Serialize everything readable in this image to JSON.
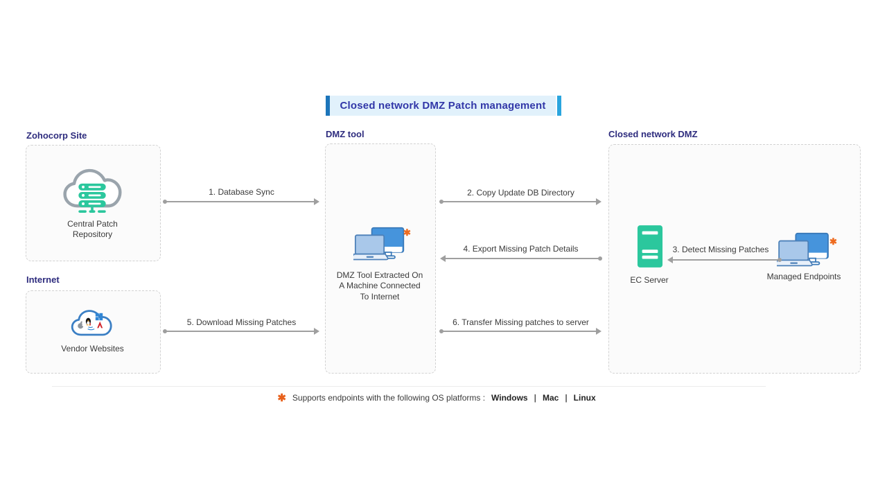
{
  "title": "Closed network DMZ Patch management",
  "groups": {
    "zohocorp": {
      "title": "Zohocorp Site",
      "node": {
        "line1": "Central Patch",
        "line2": "Repository"
      }
    },
    "internet": {
      "title": "Internet",
      "node": {
        "label": "Vendor Websites"
      }
    },
    "dmz_tool": {
      "title": "DMZ tool",
      "node": {
        "line1": "DMZ Tool Extracted On",
        "line2": "A Machine Connected",
        "line3": "To Internet",
        "asterisk": "✱"
      }
    },
    "closed_dmz": {
      "title": "Closed network DMZ",
      "server": {
        "label": "EC Server"
      },
      "endpoints": {
        "label": "Managed Endpoints",
        "asterisk": "✱"
      }
    }
  },
  "flows": {
    "f1": {
      "label": "1. Database Sync",
      "direction": "right"
    },
    "f2": {
      "label": "2. Copy Update DB Directory",
      "direction": "right"
    },
    "f3": {
      "label": "3. Detect Missing Patches",
      "direction": "left"
    },
    "f4": {
      "label": "4. Export Missing Patch Details",
      "direction": "left"
    },
    "f5": {
      "label": "5. Download Missing Patches",
      "direction": "right"
    },
    "f6": {
      "label": "6. Transfer Missing patches to server",
      "direction": "right"
    }
  },
  "footer": {
    "asterisk": "✱",
    "note": "Supports endpoints with the following OS platforms :",
    "platforms": {
      "os1": "Windows",
      "sep1": "|",
      "os2": "Mac",
      "sep2": "|",
      "os3": "Linux"
    }
  },
  "colors": {
    "accent_green": "#2bc79d",
    "monitor_blue": "#4694dc",
    "laptop_blue": "#a9c8ea",
    "banner_bg": "#e1f1fb",
    "banner_bar_left": "#1c75ba",
    "banner_bar_right": "#2aa5de",
    "heading_indigo": "#2e2c7e",
    "title_text": "#3137a8",
    "arrow_gray": "#9f9f9f",
    "asterisk_orange": "#ee6b1f"
  }
}
